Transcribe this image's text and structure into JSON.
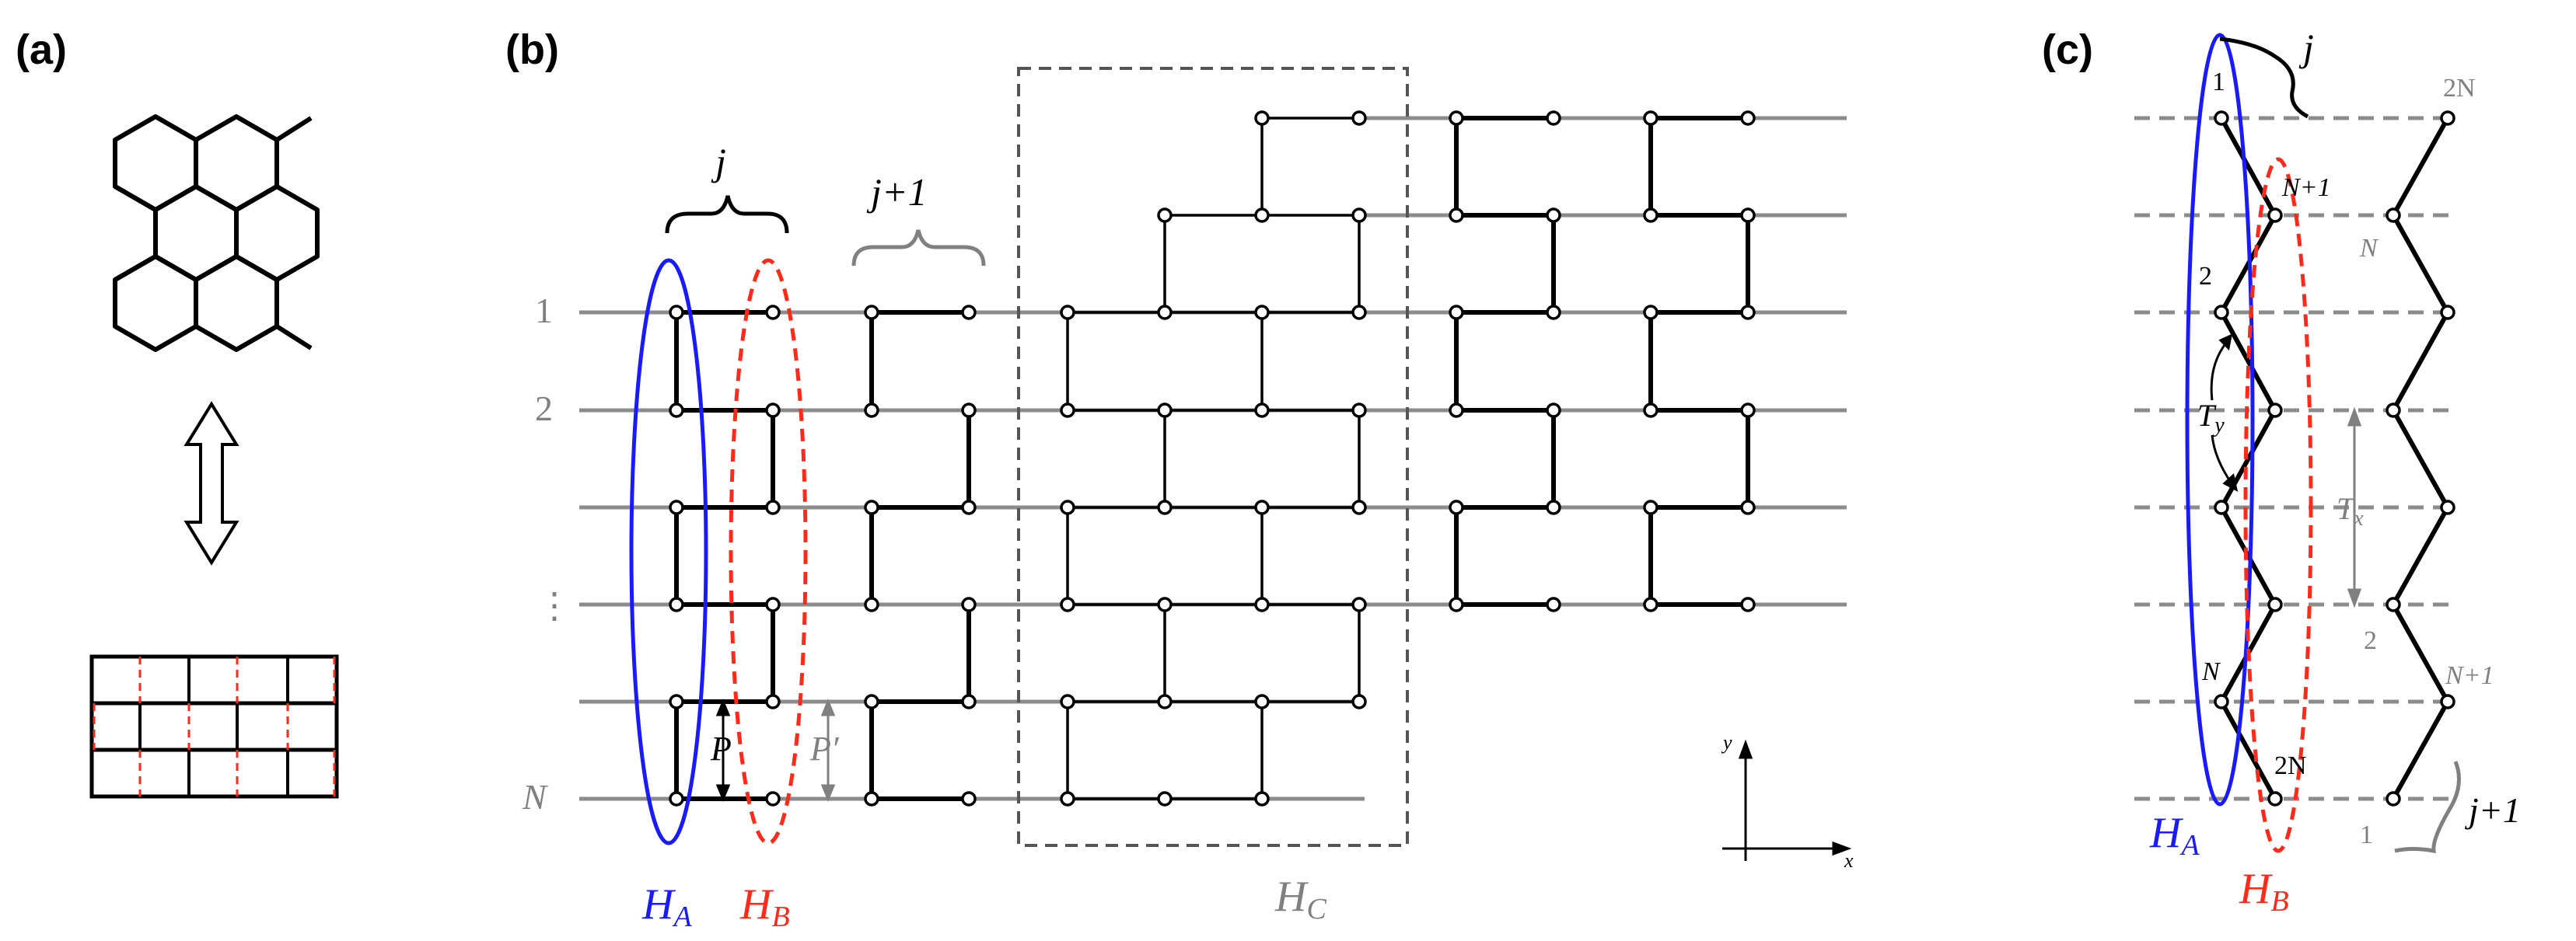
{
  "panels": {
    "a": {
      "label": "(a)"
    },
    "b": {
      "label": "(b)",
      "row_labels": [
        "1",
        "2",
        "⋮",
        "N"
      ],
      "brace_j": "j",
      "brace_j1": "j+1",
      "period_p": "P",
      "period_p_prime": "P′",
      "ha": "H",
      "ha_sub": "A",
      "hb": "H",
      "hb_sub": "B",
      "hc": "H",
      "hc_sub": "C",
      "axis_y": "y",
      "axis_x": "x"
    },
    "c": {
      "label": "(c)",
      "brace_j": "j",
      "brace_j1": "j+1",
      "node_labels_left": [
        "1",
        "2",
        "N"
      ],
      "node_labels_right": [
        "N+1",
        "2N"
      ],
      "grey_labels": [
        "2N",
        "N",
        "2",
        "N+1",
        "1"
      ],
      "ty": "T",
      "ty_sub": "y",
      "tx": "T",
      "tx_sub": "x",
      "ha": "H",
      "ha_sub": "A",
      "hb": "H",
      "hb_sub": "B"
    }
  },
  "colors": {
    "ha": "#1a1aff",
    "hb": "#ff2a1a",
    "grey": "#808080",
    "hc_box": "#555555"
  }
}
